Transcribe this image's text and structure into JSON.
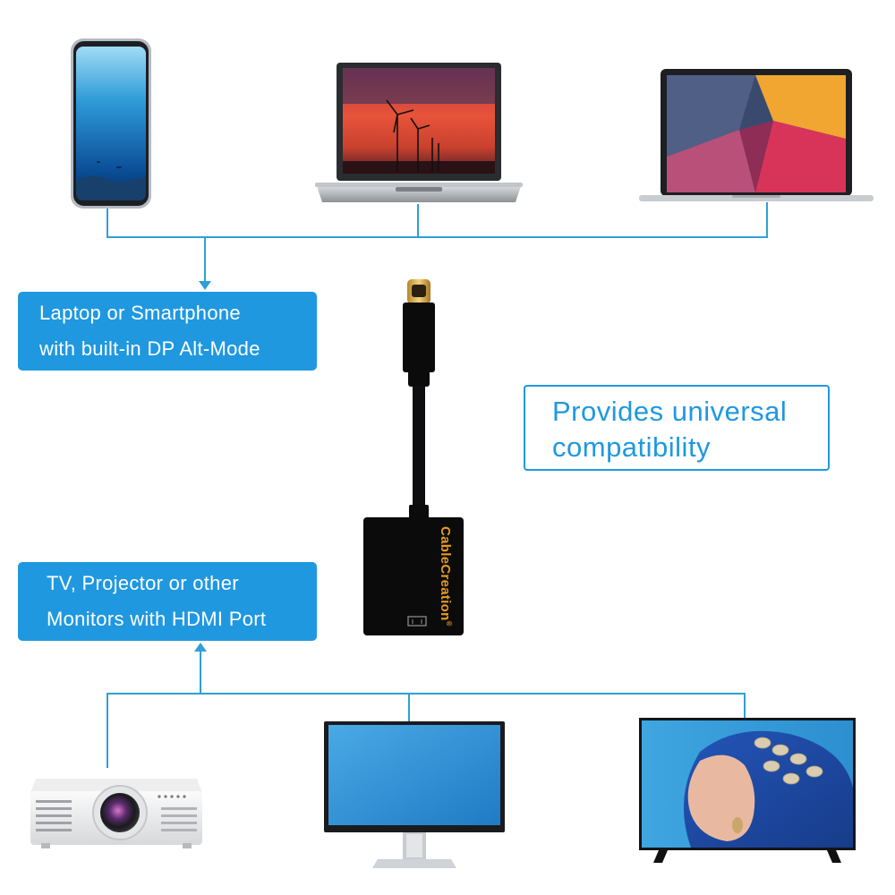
{
  "labels": {
    "source_line1": "Laptop or Smartphone",
    "source_line2": "with built-in DP Alt-Mode",
    "display_line1": "TV, Projector or other",
    "display_line2": "Monitors with HDMI Port",
    "callout_line1": "Provides universal",
    "callout_line2": "compatibility"
  },
  "adapter": {
    "brand": "CableCreation",
    "trademark": "®"
  },
  "colors": {
    "accent": "#1f98e0",
    "line": "#2f9fd6",
    "brand": "#e99c1e"
  },
  "devices": {
    "sources": [
      "smartphone",
      "windows-laptop",
      "macbook"
    ],
    "displays": [
      "projector",
      "monitor",
      "tv"
    ]
  }
}
